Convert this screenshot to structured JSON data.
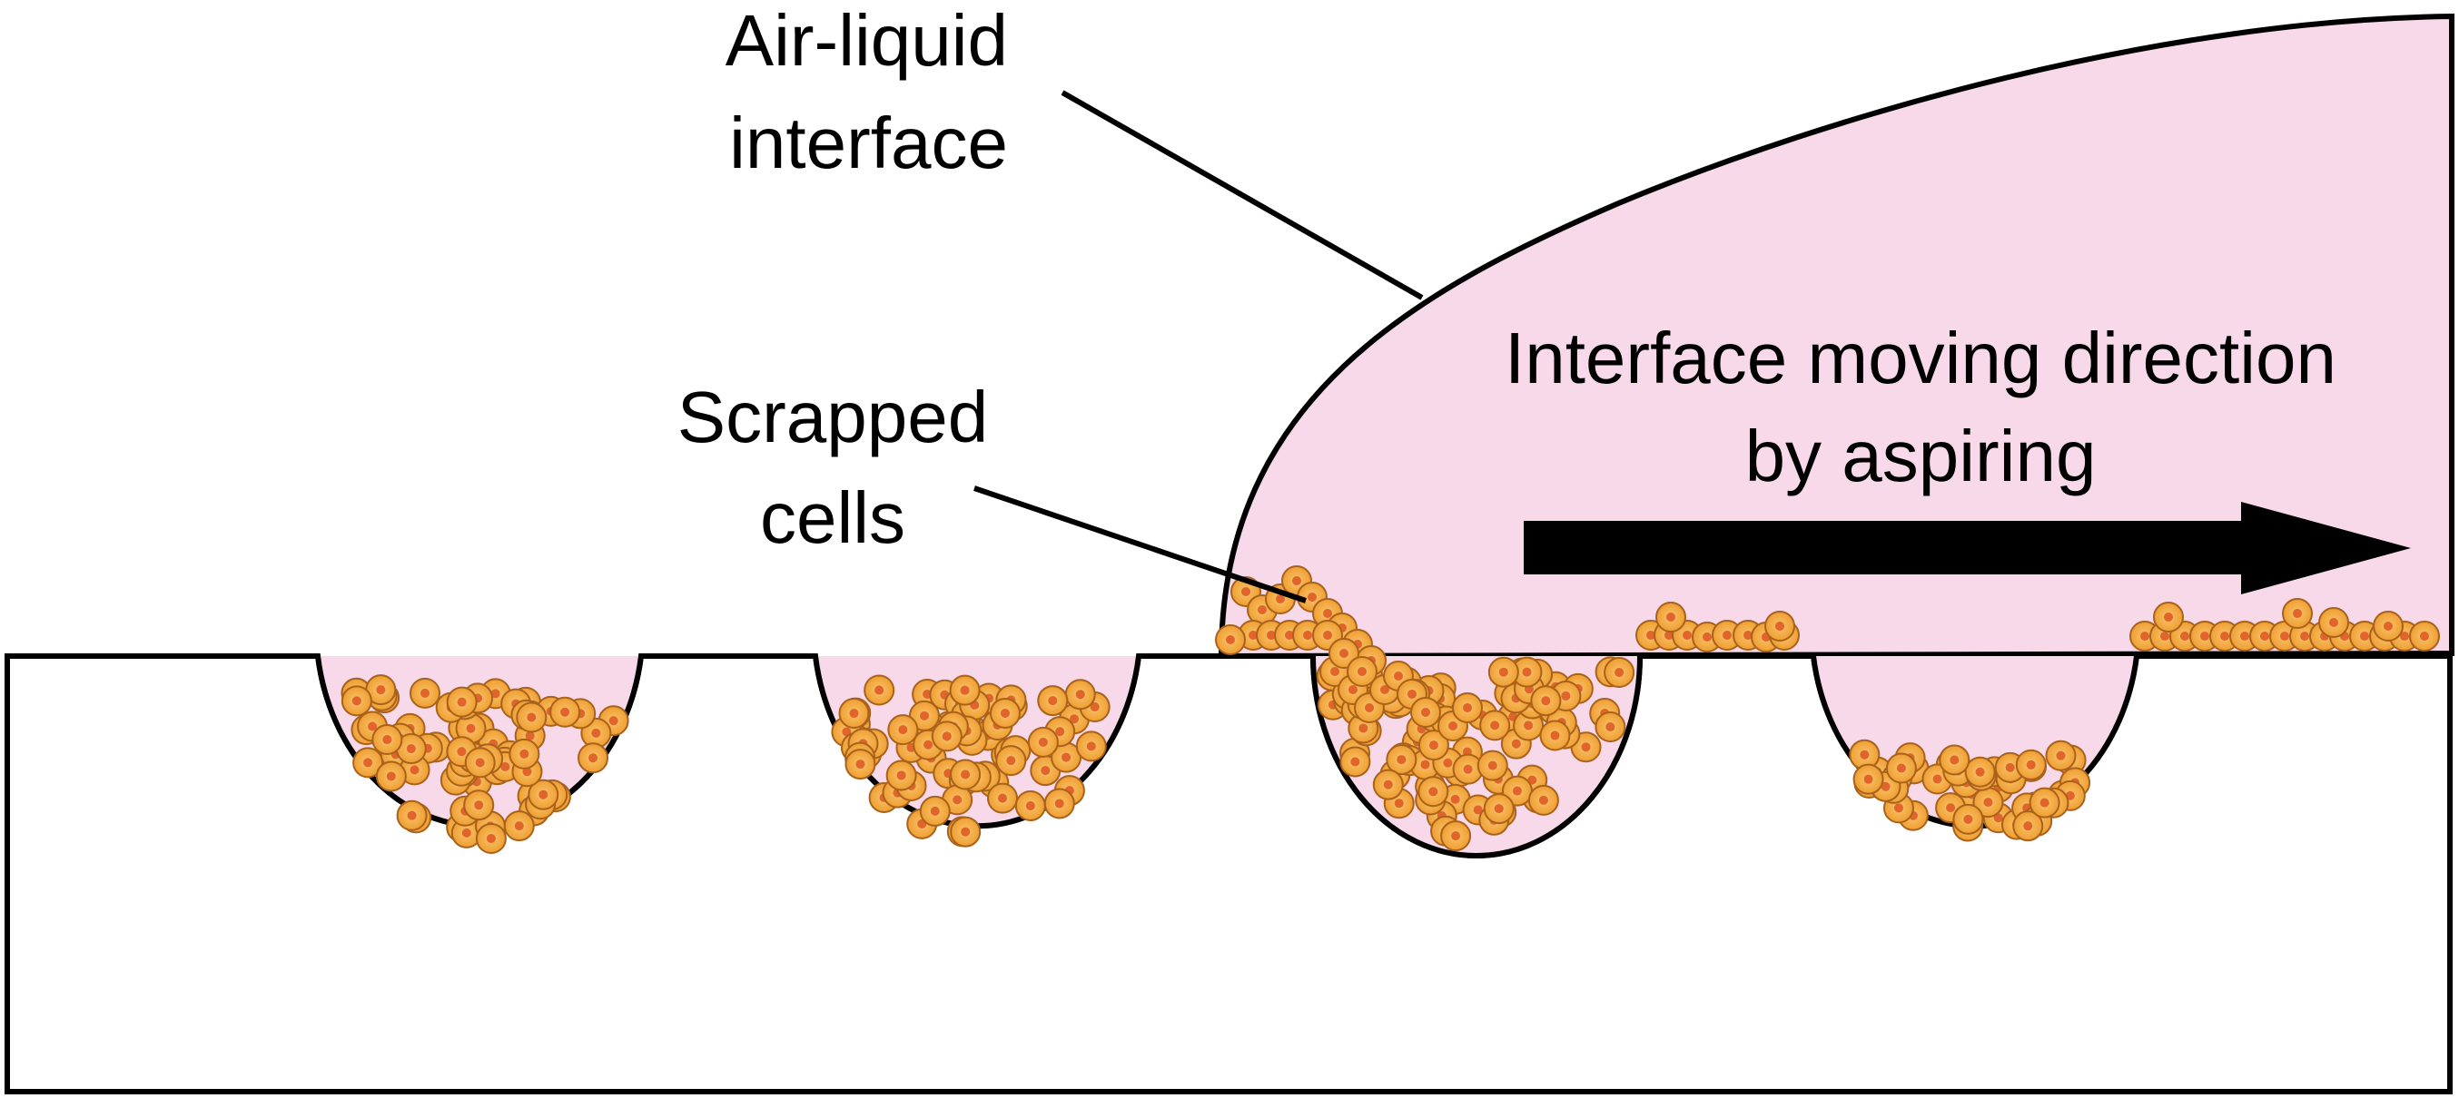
{
  "labels": {
    "interface": [
      "Air-liquid",
      "interface"
    ],
    "cells": [
      "Scrapped",
      "cells"
    ],
    "direction": [
      "Interface moving direction",
      "by aspiring"
    ]
  },
  "colors": {
    "liquid": "#f7d9ea",
    "cell_fill": "#f2a23a",
    "cell_edge": "#a8621c",
    "nucleus": "#e0642c",
    "substrate": "#ffffff",
    "outline": "#000000"
  }
}
